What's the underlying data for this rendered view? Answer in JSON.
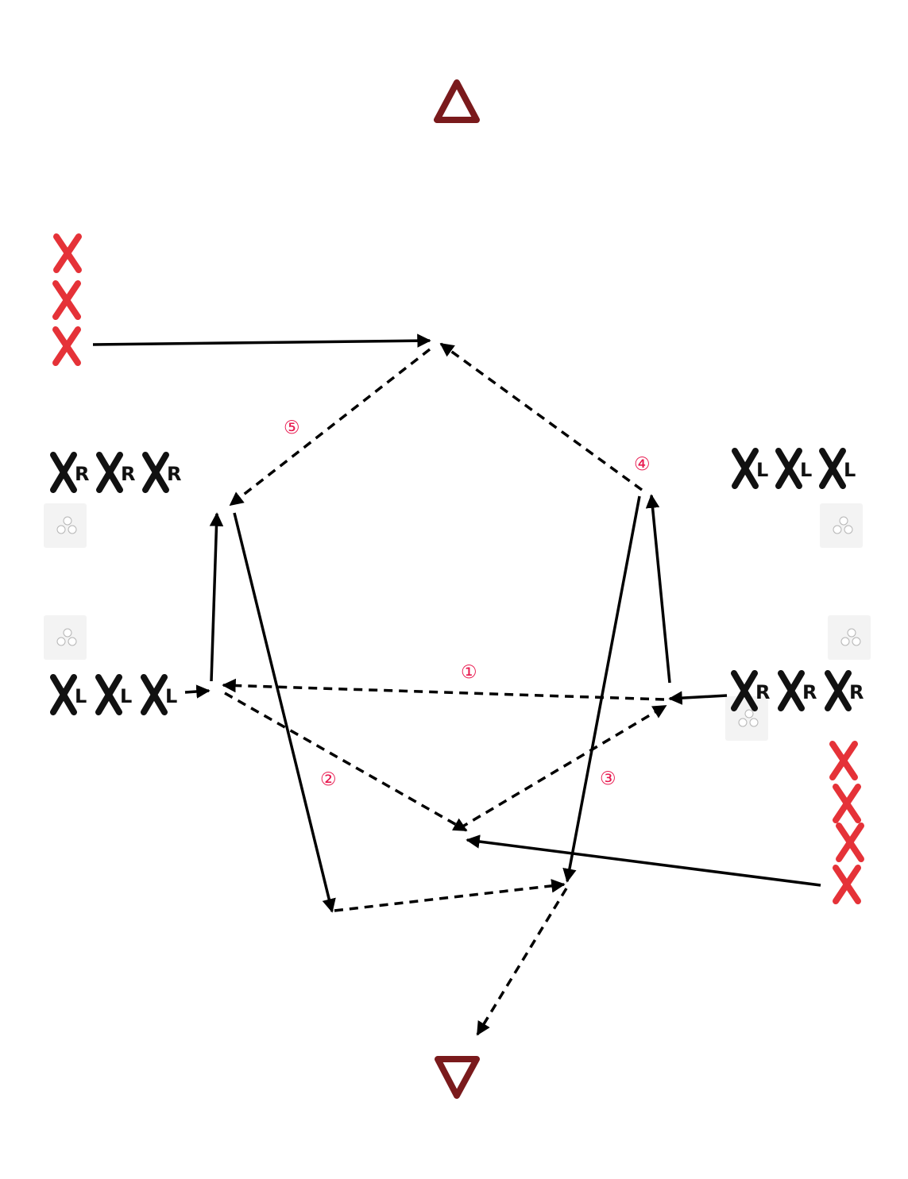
{
  "colors": {
    "cone": "#7a1a1c",
    "defender": "#e53238",
    "player": "#111111",
    "step_label": "#e8194f",
    "line": "#000000"
  },
  "player_groups": {
    "top_left": [
      "R",
      "R",
      "R"
    ],
    "top_right": [
      "L",
      "L",
      "L"
    ],
    "mid_left": [
      "L",
      "L",
      "L"
    ],
    "mid_right": [
      "R",
      "R",
      "R"
    ]
  },
  "step_labels": {
    "one": "①",
    "two": "②",
    "three": "③",
    "four": "④",
    "five": "⑤"
  },
  "cones": {
    "top": "cone-up",
    "bottom": "cone-down"
  },
  "ball_icon": "soccer-balls-icon"
}
